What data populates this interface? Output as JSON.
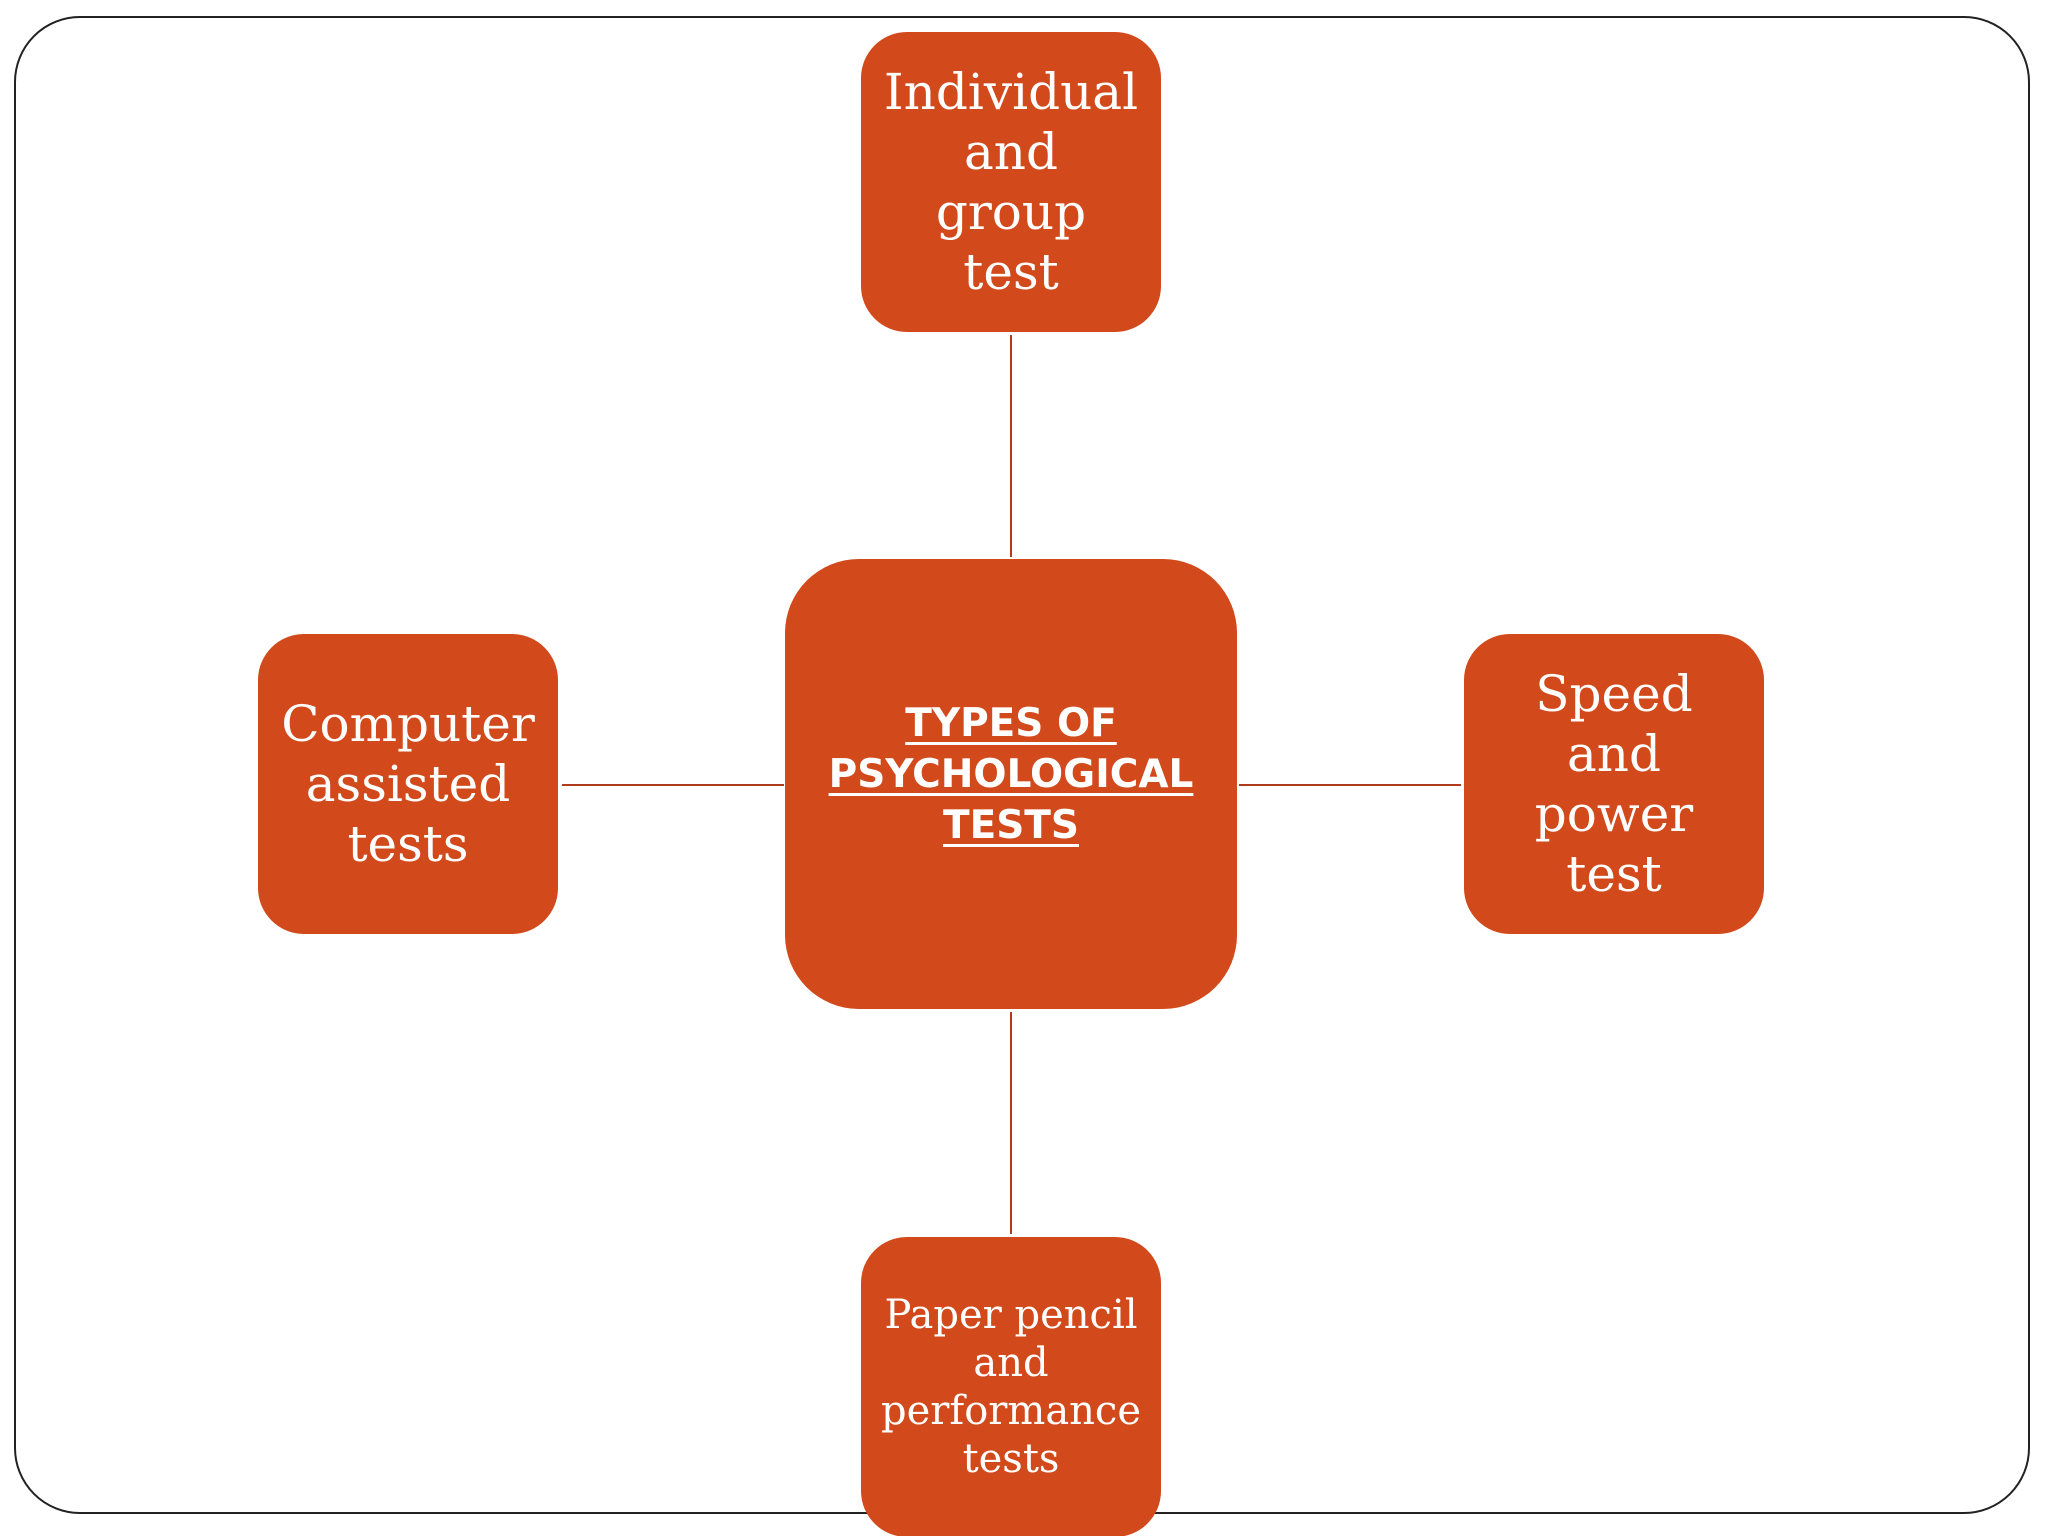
{
  "diagram": {
    "center": {
      "label": "TYPES OF\nPSYCHOLOGICAL\nTESTS"
    },
    "branches": [
      {
        "position": "top",
        "label": "Individual\nand group\ntest"
      },
      {
        "position": "left",
        "label": "Computer\nassisted\ntests"
      },
      {
        "position": "right",
        "label": "Speed and\npower\ntest"
      },
      {
        "position": "bottom",
        "label": "Paper pencil\nand\nperformance\ntests"
      }
    ],
    "colors": {
      "node_fill": "#d2491b",
      "connector": "#b03a1a",
      "node_text": "#ffffff",
      "frame_border": "#222222"
    }
  }
}
